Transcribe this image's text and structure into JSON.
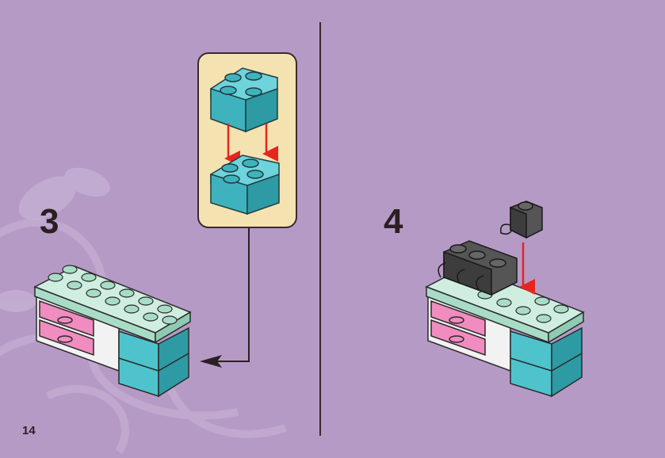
{
  "steps": [
    {
      "number": "3"
    },
    {
      "number": "4"
    }
  ],
  "page_number": "14",
  "colors": {
    "background": "#b69ac6",
    "callout_bg": "#f5e2b1",
    "teal_brick": "#4fc3cc",
    "mint_brick": "#cfeee0",
    "pink_drawer": "#f08cbf",
    "dark_brick": "#3d3d3d",
    "arrow_red": "#e8241f"
  }
}
